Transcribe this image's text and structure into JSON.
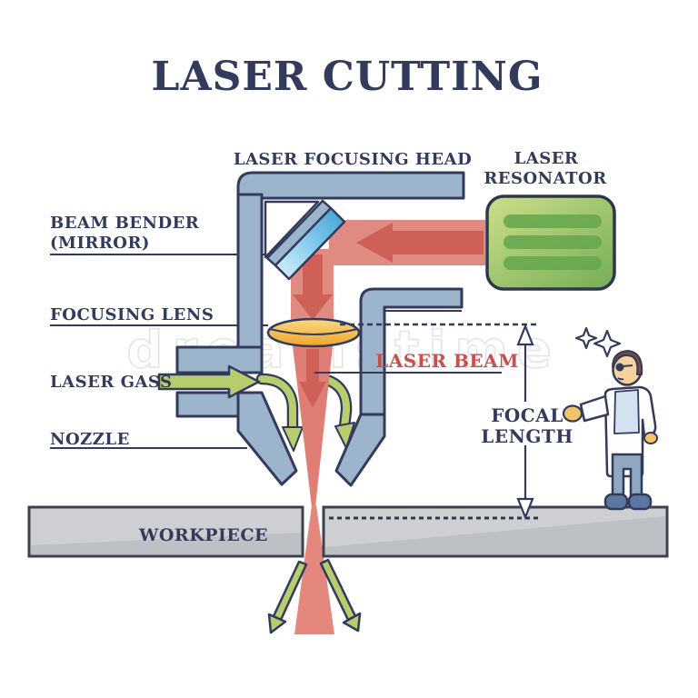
{
  "title": "LASER CUTTING",
  "watermark": "dreamstime",
  "labels": {
    "laser_focusing_head": "LASER FOCUSING HEAD",
    "laser_resonator": [
      "LASER",
      "RESONATOR"
    ],
    "beam_bender": [
      "BEAM BENDER",
      "(MIRROR)"
    ],
    "focusing_lens": "FOCUSING LENS",
    "laser_gass": "LASER GASS",
    "nozzle": "NOZZLE",
    "laser_beam": "LASER BEAM",
    "focal_length": [
      "FOCAL",
      "LENGTH"
    ],
    "workpiece": "WORKPIECE"
  },
  "palette": {
    "outline_navy": "#333b5c",
    "housing_blue": "#9db4cd",
    "mirror_blue": "#3e9fd4",
    "beam_red_light": "#e08b81",
    "beam_red_dark": "#ce6057",
    "lens_orange": "#eea42e",
    "resonator_green_light": "#c9db84",
    "resonator_green_dark": "#78b258",
    "gas_green": "#b7cd6e",
    "workpiece_gray": "#cdcfd3",
    "label_red": "#c8504b"
  }
}
